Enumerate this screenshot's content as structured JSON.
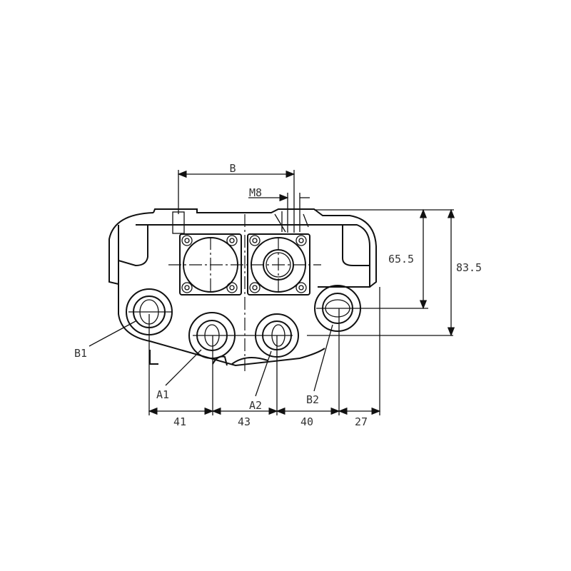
{
  "drawing": {
    "dimension_B": "B",
    "thread": "M8",
    "height_1": "65.5",
    "height_2": "83.5",
    "spacings": [
      "41",
      "43",
      "40",
      "27"
    ],
    "ports": [
      "B1",
      "A1",
      "A2",
      "B2"
    ]
  }
}
